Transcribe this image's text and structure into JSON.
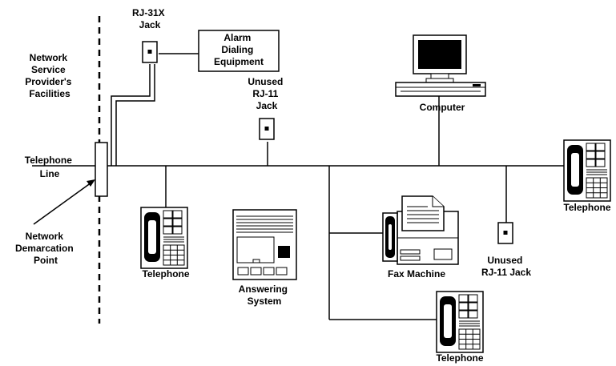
{
  "labels": {
    "network_provider": [
      "Network",
      "Service",
      "Provider's",
      "Facilities"
    ],
    "telephone_line": [
      "Telephone",
      "Line"
    ],
    "demarcation": [
      "Network",
      "Demarcation",
      "Point"
    ],
    "rj31x": [
      "RJ-31X",
      "Jack"
    ],
    "alarm": [
      "Alarm",
      "Dialing",
      "Equipment"
    ],
    "unused_rj11_top": [
      "Unused",
      "RJ-11",
      "Jack"
    ],
    "computer": "Computer",
    "telephone_left": "Telephone",
    "answering": [
      "Answering",
      "System"
    ],
    "fax": "Fax Machine",
    "unused_rj11_bottom": [
      "Unused",
      "RJ-11 Jack"
    ],
    "telephone_right": "Telephone",
    "telephone_bottom": "Telephone"
  },
  "icons": {
    "telephone": "telephone-icon",
    "computer": "computer-icon",
    "fax": "fax-machine-icon",
    "answering": "answering-machine-icon",
    "jack": "wall-jack-icon"
  }
}
